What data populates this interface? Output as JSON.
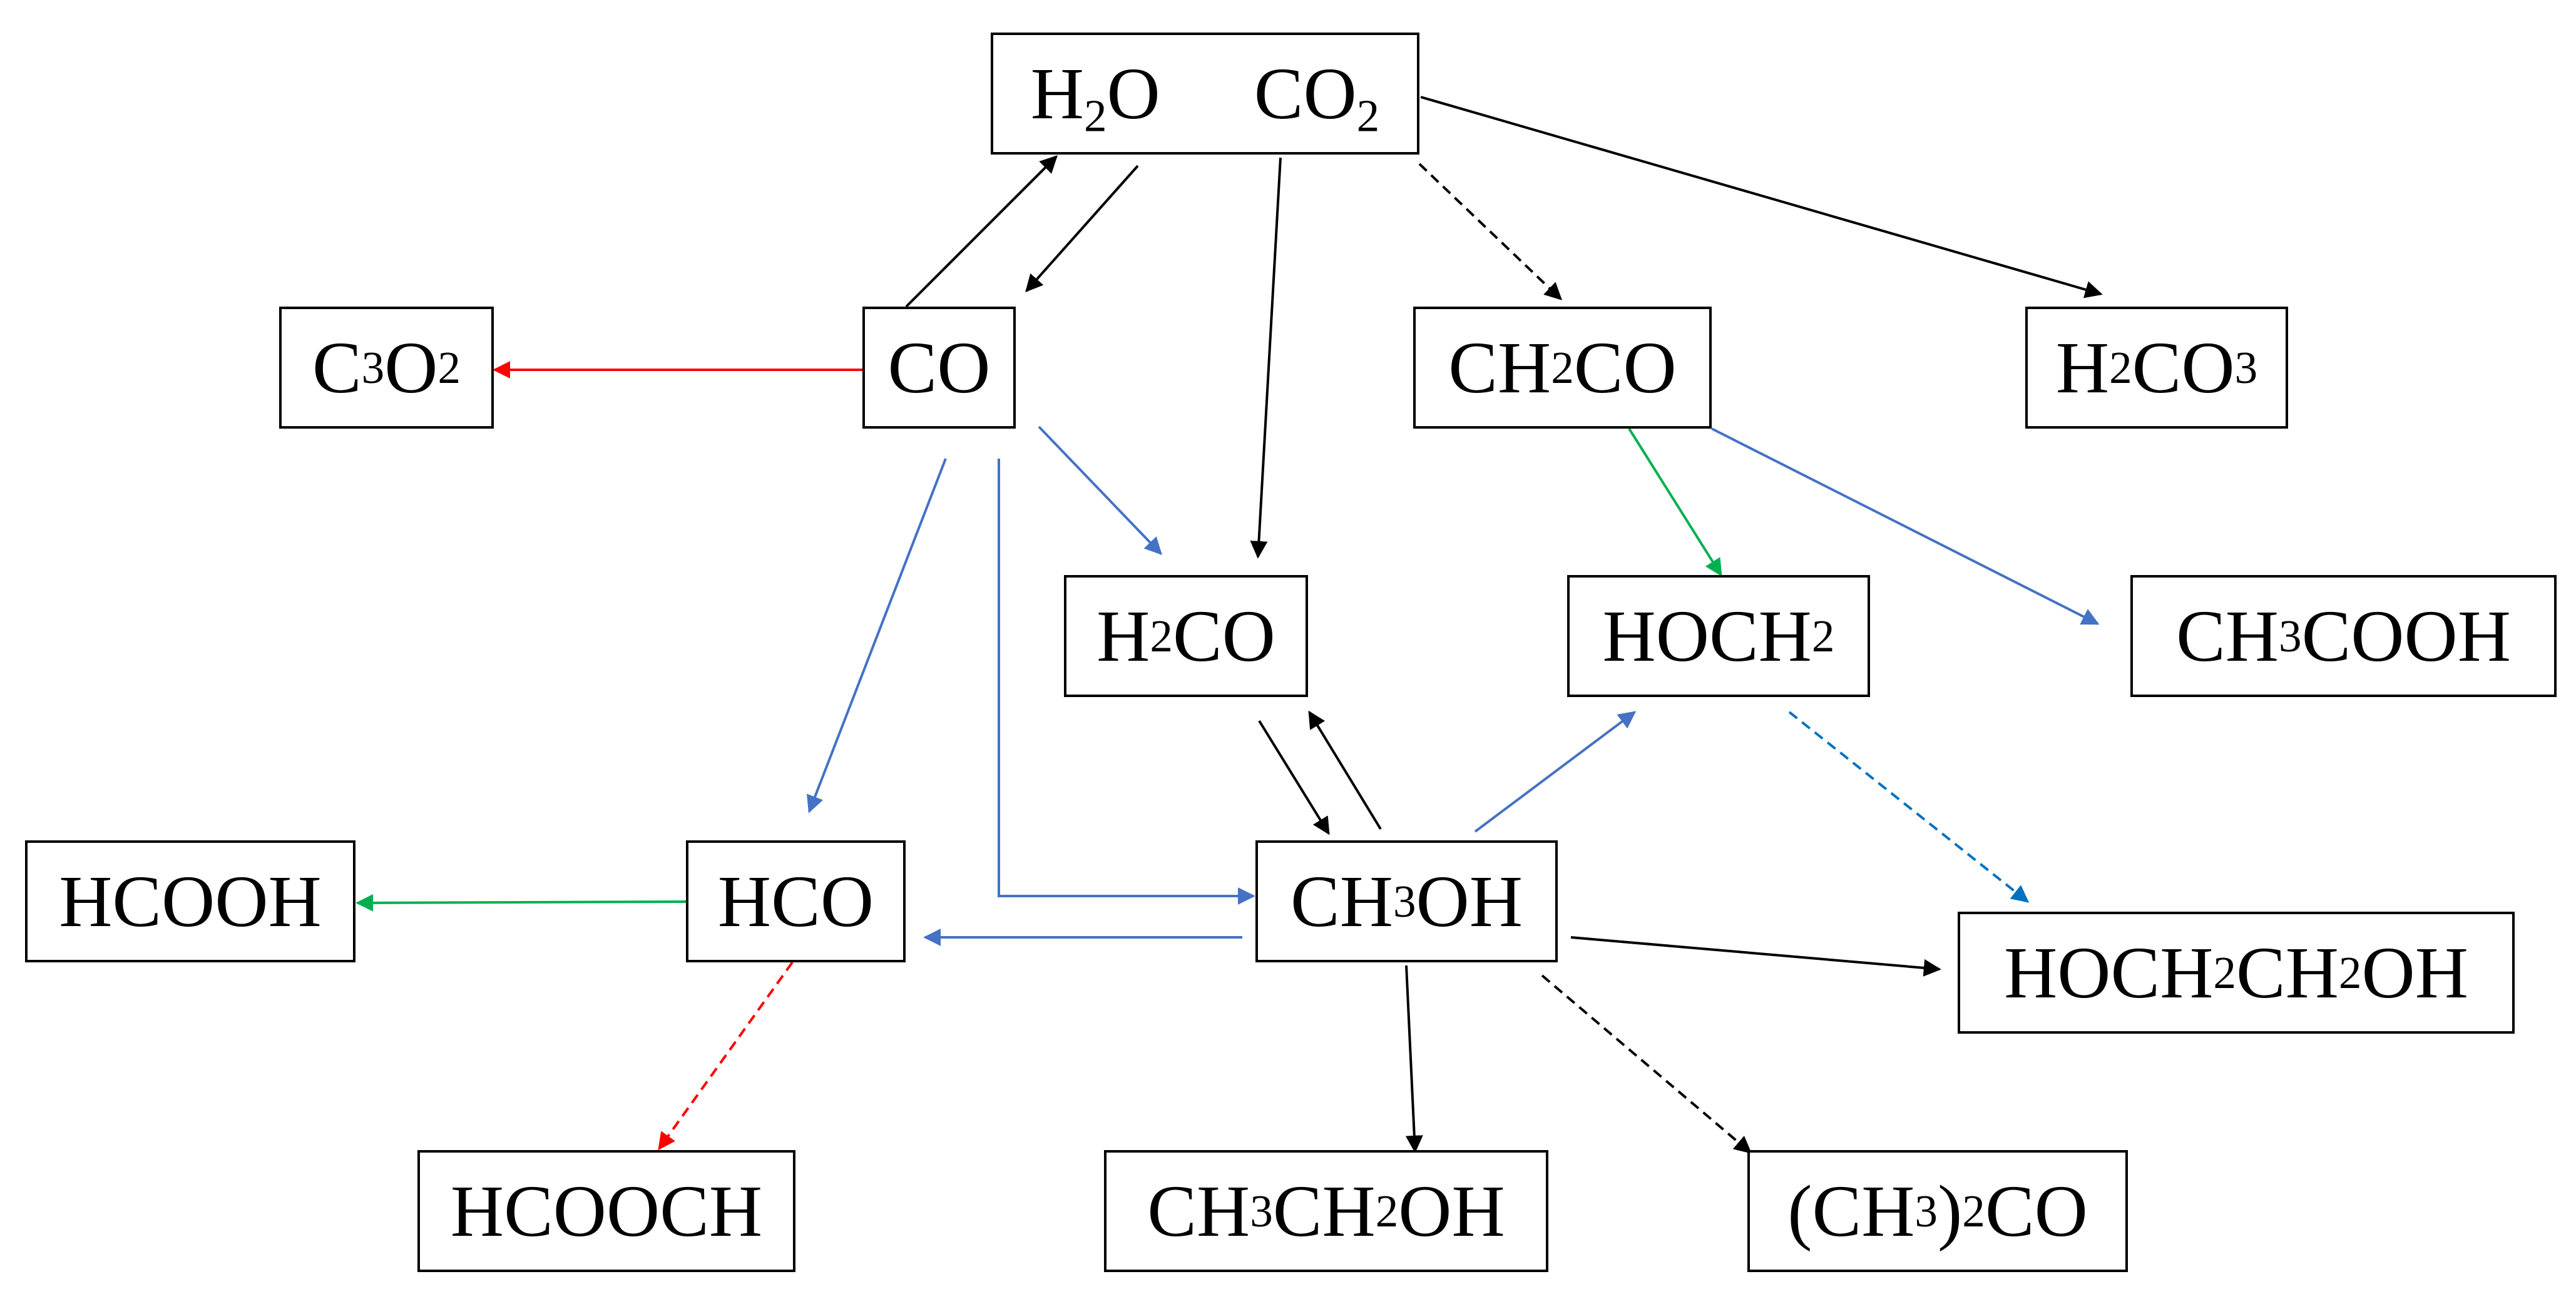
{
  "colors": {
    "black": "#000000",
    "blue": "#4472C4",
    "red": "#FF0000",
    "green": "#00B050",
    "dashed_blue": "#0070C0"
  },
  "nodes": {
    "h2o_co2": {
      "left": [
        "H",
        {
          "sub": "2"
        },
        "O"
      ],
      "right": [
        "CO",
        {
          "sub": "2"
        }
      ]
    },
    "c3o2": [
      "C",
      {
        "sub": "3"
      },
      "O",
      {
        "sub": "2"
      }
    ],
    "co": [
      "CO"
    ],
    "ch2co": [
      "CH",
      {
        "sub": "2"
      },
      "CO"
    ],
    "h2co3": [
      "H",
      {
        "sub": "2"
      },
      "CO",
      {
        "sub": "3"
      }
    ],
    "h2co": [
      "H",
      {
        "sub": "2"
      },
      "CO"
    ],
    "hoch2": [
      "HOCH",
      {
        "sub": "2"
      }
    ],
    "ch3cooh": [
      "CH",
      {
        "sub": "3"
      },
      "COOH"
    ],
    "hcooh": [
      "HCOOH"
    ],
    "hco": [
      "HCO"
    ],
    "ch3oh": [
      "CH",
      {
        "sub": "3"
      },
      "OH"
    ],
    "hoch2ch2oh": [
      "HOCH",
      {
        "sub": "2"
      },
      "CH",
      {
        "sub": "2"
      },
      "OH"
    ],
    "hcooch": [
      "HCOOCH"
    ],
    "ch3ch2oh": [
      "CH",
      {
        "sub": "3"
      },
      "CH",
      {
        "sub": "2"
      },
      "OH"
    ],
    "ch3_2co": [
      "(CH",
      {
        "sub": "3"
      },
      ")",
      {
        "sub": "2"
      },
      "CO"
    ]
  },
  "edges": [
    {
      "from": "co",
      "to": "h2o_co2",
      "color": "black",
      "style": "solid"
    },
    {
      "from": "h2o_co2",
      "to": "co",
      "color": "black",
      "style": "solid"
    },
    {
      "from": "h2o_co2",
      "to": "h2co",
      "color": "black",
      "style": "solid"
    },
    {
      "from": "h2o_co2",
      "to": "ch2co",
      "color": "black",
      "style": "dashed"
    },
    {
      "from": "h2o_co2",
      "to": "h2co3",
      "color": "black",
      "style": "solid"
    },
    {
      "from": "co",
      "to": "c3o2",
      "color": "red",
      "style": "solid"
    },
    {
      "from": "co",
      "to": "h2co",
      "color": "blue",
      "style": "solid"
    },
    {
      "from": "co",
      "to": "hco",
      "color": "blue",
      "style": "solid"
    },
    {
      "from": "co",
      "to": "ch3oh",
      "color": "blue",
      "style": "elbow"
    },
    {
      "from": "ch2co",
      "to": "hoch2",
      "color": "green",
      "style": "solid"
    },
    {
      "from": "ch2co",
      "to": "ch3cooh",
      "color": "blue",
      "style": "solid"
    },
    {
      "from": "h2co",
      "to": "ch3oh",
      "color": "black",
      "style": "solid"
    },
    {
      "from": "ch3oh",
      "to": "h2co",
      "color": "black",
      "style": "solid"
    },
    {
      "from": "ch3oh",
      "to": "hoch2",
      "color": "blue",
      "style": "solid"
    },
    {
      "from": "hoch2",
      "to": "hoch2ch2oh",
      "color": "dashed_blue",
      "style": "dashed"
    },
    {
      "from": "ch3oh",
      "to": "hco",
      "color": "blue",
      "style": "solid"
    },
    {
      "from": "ch3oh",
      "to": "hoch2ch2oh",
      "color": "black",
      "style": "solid"
    },
    {
      "from": "ch3oh",
      "to": "ch3ch2oh",
      "color": "black",
      "style": "solid"
    },
    {
      "from": "ch3oh",
      "to": "ch3_2co",
      "color": "black",
      "style": "dashed"
    },
    {
      "from": "hco",
      "to": "hcooh",
      "color": "green",
      "style": "solid"
    },
    {
      "from": "hco",
      "to": "hcooch",
      "color": "red",
      "style": "dashed"
    }
  ]
}
